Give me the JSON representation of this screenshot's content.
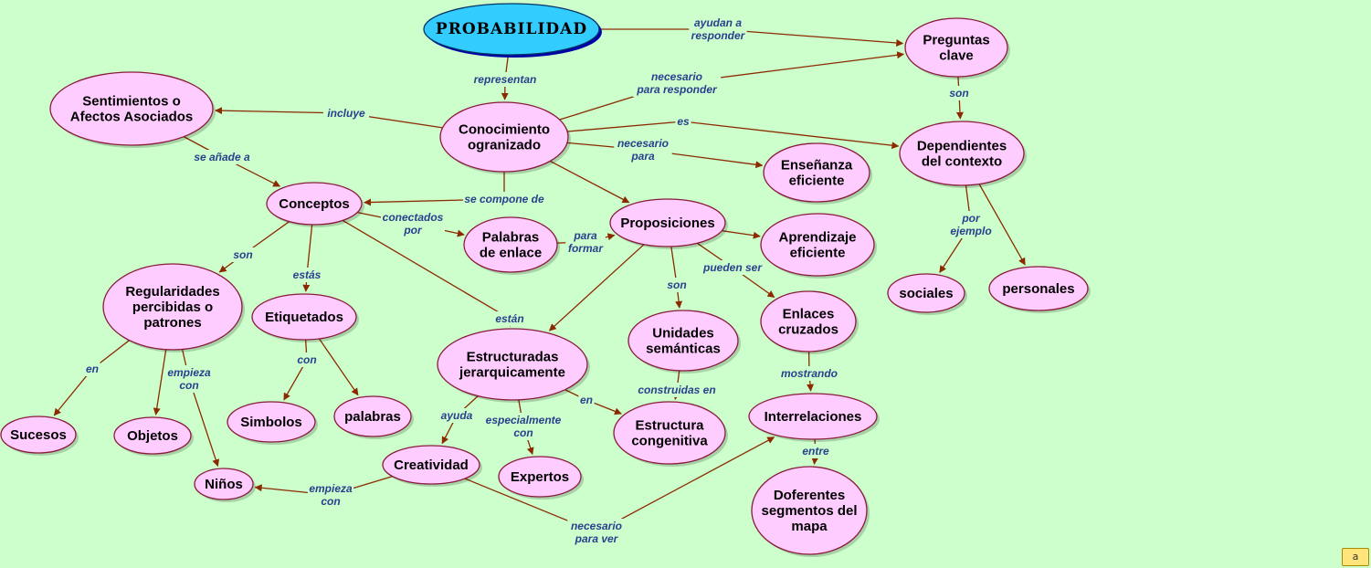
{
  "colors": {
    "background": "#ccffcc",
    "node_fill": "#ffccff",
    "node_stroke": "#8a1a3a",
    "title_fill": "#33ccff",
    "title_shadow": "#0000aa",
    "arrow": "#8b2a00",
    "link_text": "#2b3f8f"
  },
  "nodes": {
    "title": "PROBABILIDAD",
    "preguntas": [
      "Preguntas",
      "clave"
    ],
    "sentimientos": [
      "Sentimientos o",
      "Afectos Asociados"
    ],
    "conocimiento": [
      "Conocimiento",
      "ogranizado"
    ],
    "dependientes": [
      "Dependientes",
      "del contexto"
    ],
    "ensenanza": [
      "Enseñanza",
      "eficiente"
    ],
    "conceptos": [
      "Conceptos"
    ],
    "palabras_enlace": [
      "Palabras",
      "de enlace"
    ],
    "proposiciones": [
      "Proposiciones"
    ],
    "aprendizaje": [
      "Aprendizaje",
      "eficiente"
    ],
    "sociales": [
      "sociales"
    ],
    "personales": [
      "personales"
    ],
    "regularidades": [
      "Regularidades",
      "percibidas o",
      "patrones"
    ],
    "etiquetados": [
      "Etiquetados"
    ],
    "estructuradas": [
      "Estructuradas",
      "jerarquicamente"
    ],
    "unidades": [
      "Unidades",
      "semánticas"
    ],
    "enlaces": [
      "Enlaces",
      "cruzados"
    ],
    "interrelaciones": [
      "Interrelaciones"
    ],
    "sucesos": [
      "Sucesos"
    ],
    "objetos": [
      "Objetos"
    ],
    "simbolos": [
      "Simbolos"
    ],
    "palabras": [
      "palabras"
    ],
    "estructura_cong": [
      "Estructura",
      "congenitiva"
    ],
    "creatividad": [
      "Creatividad"
    ],
    "expertos": [
      "Expertos"
    ],
    "ninos": [
      "Niños"
    ],
    "doferentes": [
      "Doferentes",
      "segmentos del",
      "mapa"
    ]
  },
  "links": {
    "ayudan": [
      "ayudan a",
      "responder"
    ],
    "representan": [
      "representan"
    ],
    "necesario_resp": [
      "necesario",
      "para responder"
    ],
    "incluye": [
      "incluye"
    ],
    "es": [
      "es"
    ],
    "son_top": [
      "son"
    ],
    "necesario_para": [
      "necesario",
      "para"
    ],
    "se_anade": [
      "se añade a"
    ],
    "se_compone": [
      "se compone de"
    ],
    "conectados": [
      "conectados",
      "por"
    ],
    "para_formar": [
      "para",
      "formar"
    ],
    "por_ejemplo": [
      "por",
      "ejemplo"
    ],
    "son_left": [
      "son"
    ],
    "estas": [
      "estás"
    ],
    "estan": [
      "están"
    ],
    "pueden_ser": [
      "pueden ser"
    ],
    "son_mid": [
      "son"
    ],
    "en_left": [
      "en"
    ],
    "empieza1": [
      "empieza",
      "con"
    ],
    "con": [
      "con"
    ],
    "mostrando": [
      "mostrando"
    ],
    "construidas": [
      "construidas en"
    ],
    "en_mid": [
      "en"
    ],
    "ayuda": [
      "ayuda"
    ],
    "especialmente": [
      "especialmente",
      "con"
    ],
    "entre": [
      "entre"
    ],
    "empieza2": [
      "empieza",
      "con"
    ],
    "necesario_ver": [
      "necesario",
      "para ver"
    ]
  },
  "corner_icon": "a"
}
